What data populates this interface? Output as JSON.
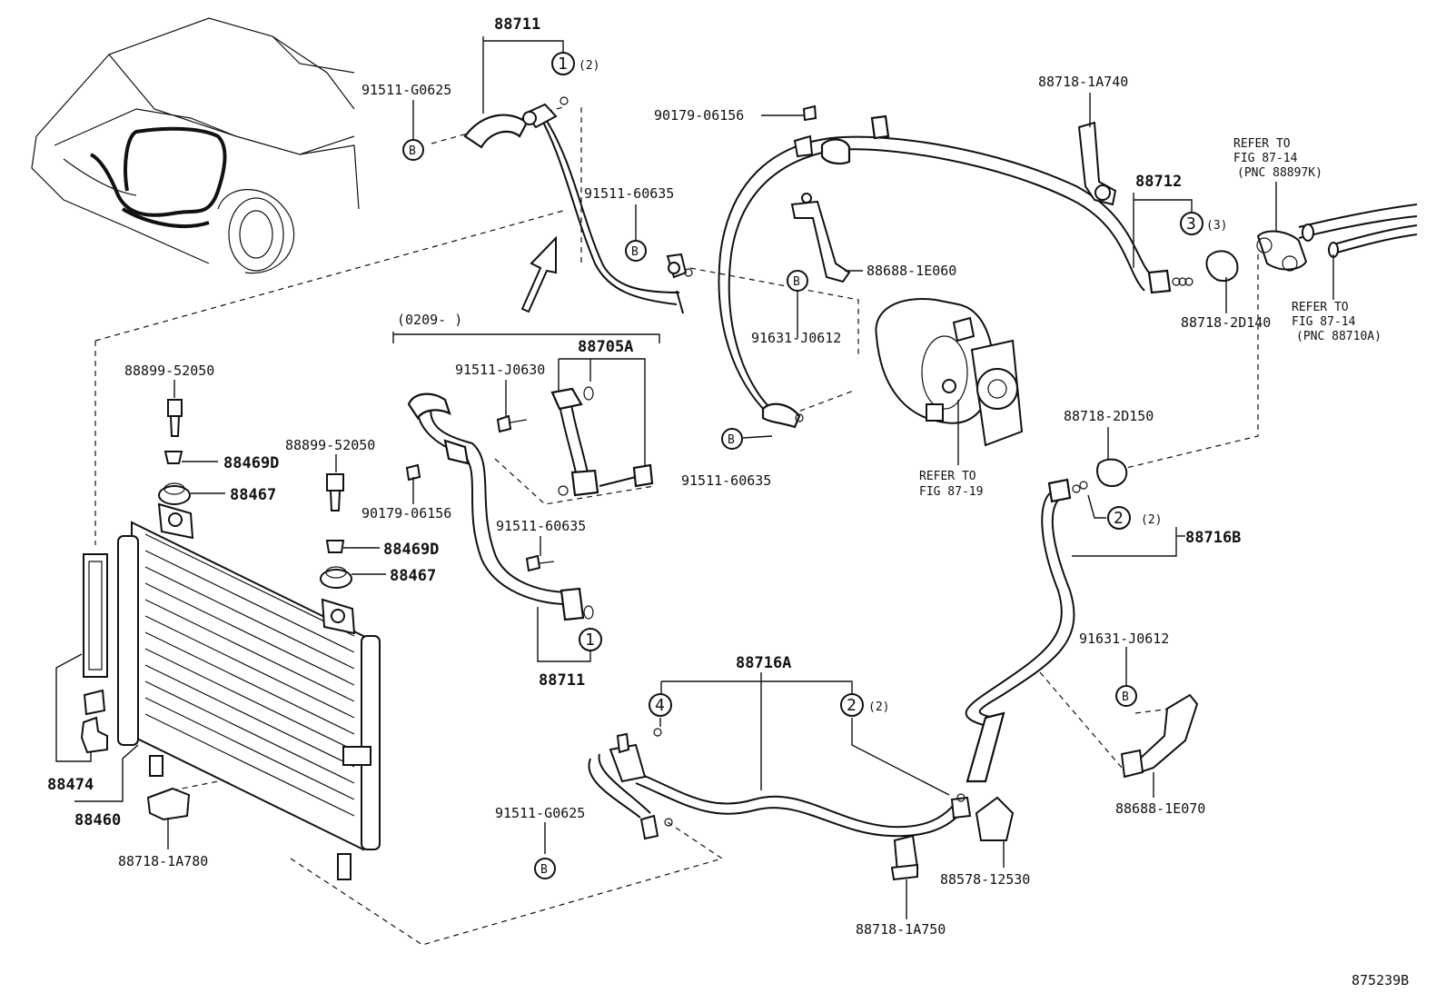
{
  "labels": {
    "p88711_top": "88711",
    "p88711_bottom": "88711",
    "p91511_G0625_top": "91511-G0625",
    "p91511_G0625_bottom": "91511-G0625",
    "p91511_60635_top": "91511-60635",
    "p91511_60635_mid": "91511-60635",
    "p91511_60635_left": "91511-60635",
    "p90179_06156_top": "90179-06156",
    "p90179_06156_left": "90179-06156",
    "p88718_1A740": "88718-1A740",
    "p88712": "88712",
    "p88688_1E060": "88688-1E060",
    "p91631_J0612_top": "91631-J0612",
    "p91631_J0612_right": "91631-J0612",
    "p88718_2D140": "88718-2D140",
    "p88718_2D150": "88718-2D150",
    "p88705A": "88705A",
    "p91511_J0630": "91511-J0630",
    "p88899_52050_a": "88899-52050",
    "p88899_52050_b": "88899-52050",
    "p88469D_a": "88469D",
    "p88469D_b": "88469D",
    "p88467_a": "88467",
    "p88467_b": "88467",
    "p88474": "88474",
    "p88460": "88460",
    "p88718_1A780": "88718-1A780",
    "p88716A": "88716A",
    "p88716B": "88716B",
    "p88688_1E070": "88688-1E070",
    "p88578_12530": "88578-12530",
    "p88718_1A750": "88718-1A750",
    "date_range": "(0209-        )",
    "figure_id": "875239B"
  },
  "refer_notes": {
    "top_right_1": "REFER TO",
    "top_right_2": "FIG 87-14",
    "top_right_3": "(PNC 88897K)",
    "right_1": "REFER TO",
    "right_2": "FIG 87-14",
    "right_3": "(PNC 88710A)",
    "compressor_1": "REFER TO",
    "compressor_2": "FIG 87-19"
  },
  "callouts": {
    "c1_top": "1",
    "c1_top_qty": "(2)",
    "c1_bottom": "1",
    "c2_right": "2",
    "c2_right_qty": "(2)",
    "c2_bottom": "2",
    "c2_bottom_qty": "(2)",
    "c3": "3",
    "c3_qty": "(3)",
    "c4": "4",
    "b_marker": "B"
  }
}
